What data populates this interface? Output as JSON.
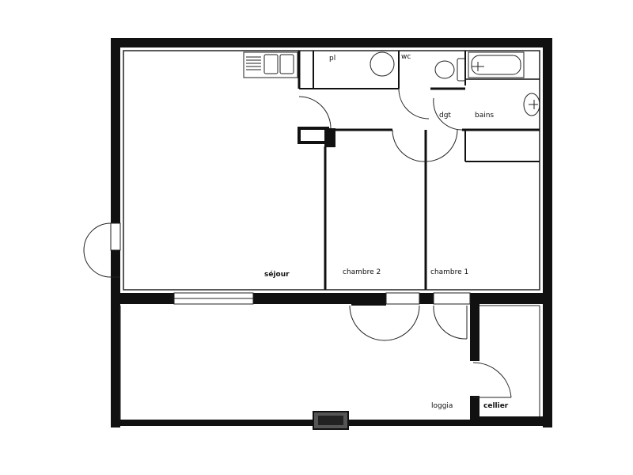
{
  "plan": {
    "type": "apartment floor plan",
    "rooms": [
      {
        "id": "sejour",
        "label": "séjour"
      },
      {
        "id": "chambre2",
        "label": "chambre 2"
      },
      {
        "id": "chambre1",
        "label": "chambre 1"
      },
      {
        "id": "pl",
        "label": "pl"
      },
      {
        "id": "wc",
        "label": "wc"
      },
      {
        "id": "dgt",
        "label": "dgt"
      },
      {
        "id": "bains",
        "label": "bains"
      },
      {
        "id": "loggia",
        "label": "loggia"
      },
      {
        "id": "cellier",
        "label": "cellier"
      }
    ],
    "fixtures": [
      "kitchen-sink",
      "water-heater",
      "toilet",
      "bathtub",
      "washbasin",
      "radiator"
    ],
    "colors": {
      "wall": "#111111",
      "background": "#ffffff",
      "line": "#222222"
    }
  }
}
